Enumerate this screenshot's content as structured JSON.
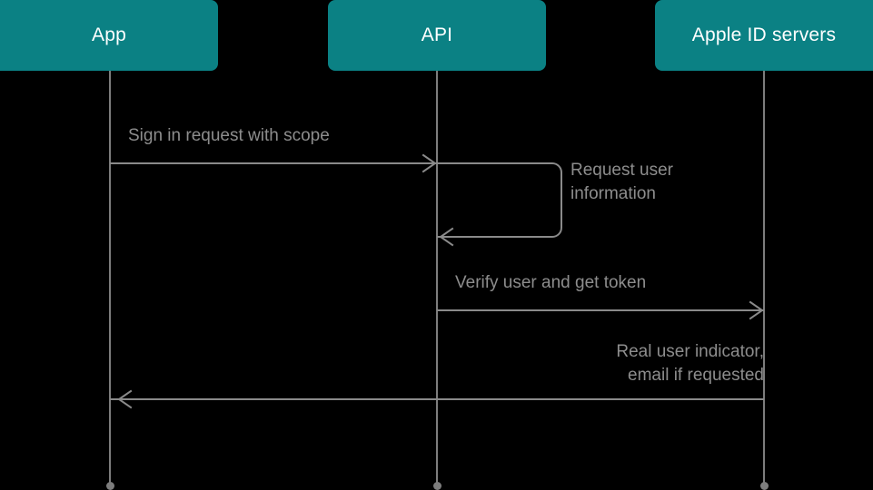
{
  "diagram": {
    "type": "sequence-diagram",
    "background_color": "#000000",
    "participant_color": "#0b8184",
    "participant_text_color": "#ffffff",
    "line_color": "#8a8a8a",
    "label_text_color": "#8d8d8d",
    "participants": [
      {
        "id": "app",
        "label": "App"
      },
      {
        "id": "api",
        "label": "API"
      },
      {
        "id": "appleid",
        "label": "Apple ID servers"
      }
    ],
    "messages": [
      {
        "id": "m1",
        "label": "Sign in request with scope",
        "from": "app",
        "to": "api",
        "direction": "right",
        "kind": "call"
      },
      {
        "id": "m2",
        "label": "Request user\ninformation",
        "from": "api",
        "to": "api",
        "direction": "self",
        "kind": "self-call"
      },
      {
        "id": "m3",
        "label": "Verify user and get token",
        "from": "api",
        "to": "appleid",
        "direction": "right",
        "kind": "call"
      },
      {
        "id": "m4",
        "label": "Real user indicator,\nemail if requested",
        "from": "appleid",
        "to": "app",
        "direction": "left",
        "kind": "return"
      }
    ]
  }
}
